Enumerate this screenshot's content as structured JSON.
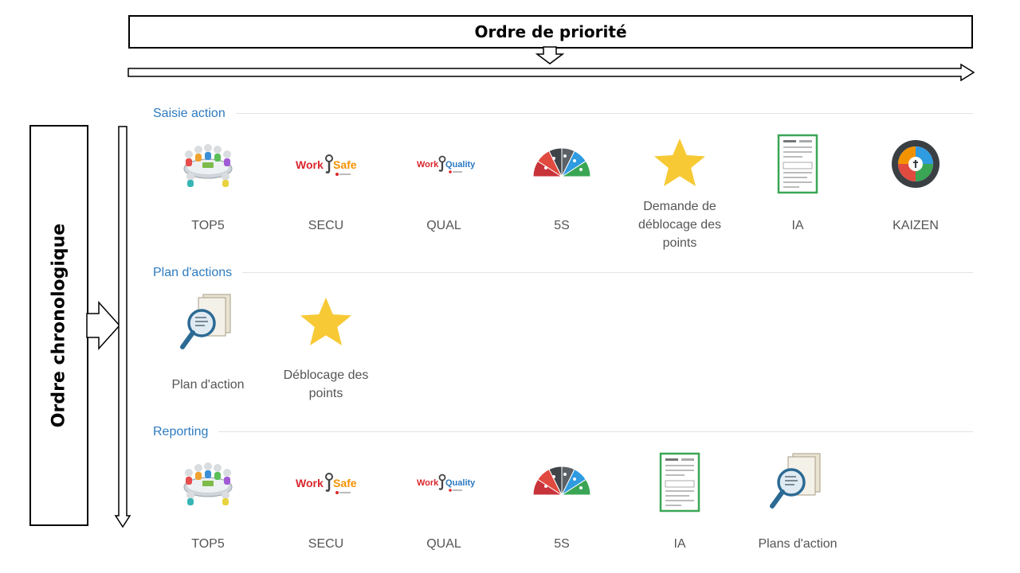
{
  "priority": {
    "title": "Ordre de priorité"
  },
  "chronology": {
    "title": "Ordre chronologique"
  },
  "sections": [
    {
      "title": "Saisie action",
      "tiles": [
        {
          "label": "TOP5",
          "icon": "meeting-table-icon"
        },
        {
          "label": "SECU",
          "icon": "worksafe-logo-icon"
        },
        {
          "label": "QUAL",
          "icon": "workquality-logo-icon"
        },
        {
          "label": "5S",
          "icon": "semicircle-gauge-icon"
        },
        {
          "label": "Demande de déblocage des points",
          "icon": "star-icon"
        },
        {
          "label": "IA",
          "icon": "form-document-icon"
        },
        {
          "label": "KAIZEN",
          "icon": "kaizen-badge-icon"
        }
      ]
    },
    {
      "title": "Plan d'actions",
      "tiles": [
        {
          "label": "Plan d'action",
          "icon": "magnifier-document-icon"
        },
        {
          "label": "Déblocage des points",
          "icon": "star-icon"
        }
      ]
    },
    {
      "title": "Reporting",
      "tiles": [
        {
          "label": "TOP5",
          "icon": "meeting-table-icon"
        },
        {
          "label": "SECU",
          "icon": "worksafe-logo-icon"
        },
        {
          "label": "QUAL",
          "icon": "workquality-logo-icon"
        },
        {
          "label": "5S",
          "icon": "semicircle-gauge-icon"
        },
        {
          "label": "IA",
          "icon": "form-document-icon"
        },
        {
          "label": "Plans d'action",
          "icon": "magnifier-document-icon"
        }
      ]
    }
  ],
  "logos": {
    "work": "Work",
    "safe": "Safe",
    "quality": "Quality"
  },
  "colors": {
    "section_title": "#2e7bbf",
    "label": "#555555",
    "star": "#f7c935",
    "work_red": "#d9262c",
    "safe_orange": "#f39200",
    "quality_blue": "#2a78c2"
  }
}
